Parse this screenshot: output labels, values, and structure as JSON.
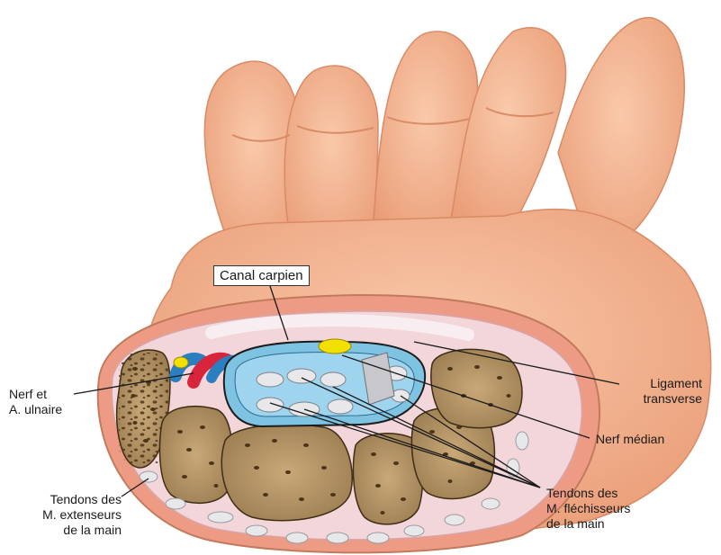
{
  "labels": {
    "canal": "Canal carpien",
    "ligament_line1": "Ligament",
    "ligament_line2": "transverse",
    "nerf_ulnaire_line1": "Nerf et",
    "nerf_ulnaire_line2": "A. ulnaire",
    "nerf_median": "Nerf médian",
    "tendons_flechisseurs_line1": "Tendons des",
    "tendons_flechisseurs_line2": "M. fléchisseurs",
    "tendons_flechisseurs_line3": "de la main",
    "tendons_extenseurs_line1": "Tendons des",
    "tendons_extenseurs_line2": "M. extenseurs",
    "tendons_extenseurs_line3": "de la main"
  },
  "colors": {
    "skin": "#f4b795",
    "skin_shadow": "#e0936f",
    "bone": "#b89a6a",
    "bone_pore": "#5a3f1f",
    "canal_fluid": "#7fc3e3",
    "nerve_yellow": "#f2e000",
    "artery_red": "#d8253c",
    "vein_blue": "#2a7fc0",
    "tendon": "#e8e8ea",
    "ligament": "#f6e3e8"
  }
}
